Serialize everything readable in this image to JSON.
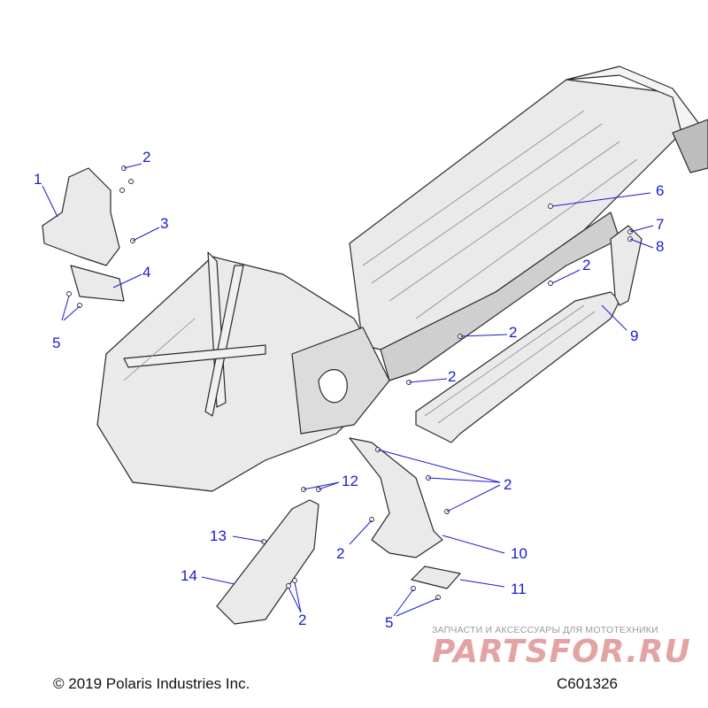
{
  "diagram": {
    "callouts": {
      "c1": "1",
      "c2a": "2",
      "c3": "3",
      "c4": "4",
      "c5a": "5",
      "c6": "6",
      "c7": "7",
      "c8": "8",
      "c2b": "2",
      "c9": "9",
      "c2c": "2",
      "c2d": "2",
      "c12": "12",
      "c2e": "2",
      "c13": "13",
      "c2f": "2",
      "c10": "10",
      "c14": "14",
      "c11": "11",
      "c2g": "2",
      "c5b": "5"
    },
    "copyright": "© 2019 Polaris Industries Inc.",
    "drawing_id": "C601326",
    "colors": {
      "callout": "#1a1ad6",
      "line": "#2a2a2a",
      "part_fill": "#e9e9e9"
    }
  },
  "watermark": {
    "tagline": "ЗАПЧАСТИ И АКСЕССУАРЫ ДЛЯ МОТОТЕХНИКИ",
    "logo": "PARTSFOR.RU"
  }
}
